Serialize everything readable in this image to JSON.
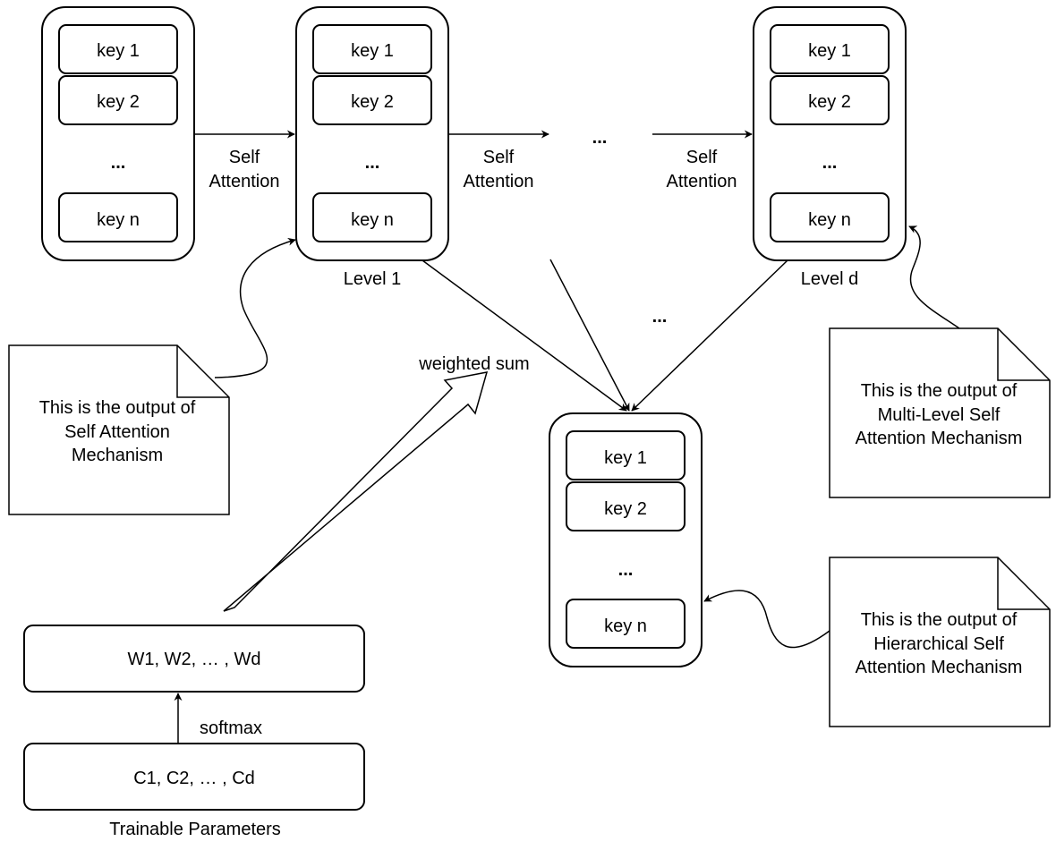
{
  "diagram": {
    "column_first": {
      "keys": [
        "key 1",
        "key 2",
        "...",
        "key n"
      ]
    },
    "level_1": {
      "label": "Level 1",
      "keys": [
        "key 1",
        "key 2",
        "...",
        "key n"
      ]
    },
    "level_d": {
      "label": "Level d",
      "keys": [
        "key 1",
        "key 2",
        "...",
        "key n"
      ]
    },
    "output": {
      "keys": [
        "key 1",
        "key 2",
        "...",
        "key n"
      ]
    },
    "self_attention_label": [
      "Self",
      "Attention"
    ],
    "ellipsis_top": "...",
    "ellipsis_mid": "...",
    "weighted_sum": "weighted sum",
    "softmax": "softmax",
    "weights": "W1, W2, … , Wd",
    "params": "C1, C2, … , Cd",
    "params_caption": "Trainable Parameters",
    "note_self": [
      "This is the output of",
      "Self Attention",
      "Mechanism"
    ],
    "note_multi": [
      "This is the output of",
      "Multi-Level Self",
      "Attention Mechanism"
    ],
    "note_hier": [
      "This is the output of",
      "Hierarchical Self",
      "Attention Mechanism"
    ]
  }
}
